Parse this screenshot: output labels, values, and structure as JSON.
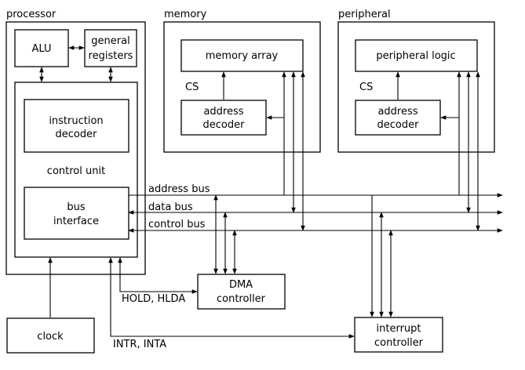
{
  "titles": {
    "processor": "processor",
    "memory": "memory",
    "peripheral": "peripheral"
  },
  "blocks": {
    "alu": "ALU",
    "general_registers": [
      "general",
      "registers"
    ],
    "instruction_decoder": [
      "instruction",
      "decoder"
    ],
    "control_unit": "control unit",
    "bus_interface": [
      "bus",
      "interface"
    ],
    "memory_array": "memory array",
    "memory_address_decoder": [
      "address",
      "decoder"
    ],
    "peripheral_logic": "peripheral logic",
    "peripheral_address_decoder": [
      "address",
      "decoder"
    ],
    "dma_controller": [
      "DMA",
      "controller"
    ],
    "clock": "clock",
    "interrupt_controller": [
      "interrupt",
      "controller"
    ]
  },
  "buses": {
    "address_bus": "address bus",
    "data_bus": "data bus",
    "control_bus": "control bus"
  },
  "signals": {
    "memory_cs": "CS",
    "peripheral_cs": "CS",
    "hold_hlda": "HOLD, HLDA",
    "intr_inta": "INTR, INTA"
  },
  "colors": {
    "line": "#000000",
    "background": "#ffffff"
  }
}
